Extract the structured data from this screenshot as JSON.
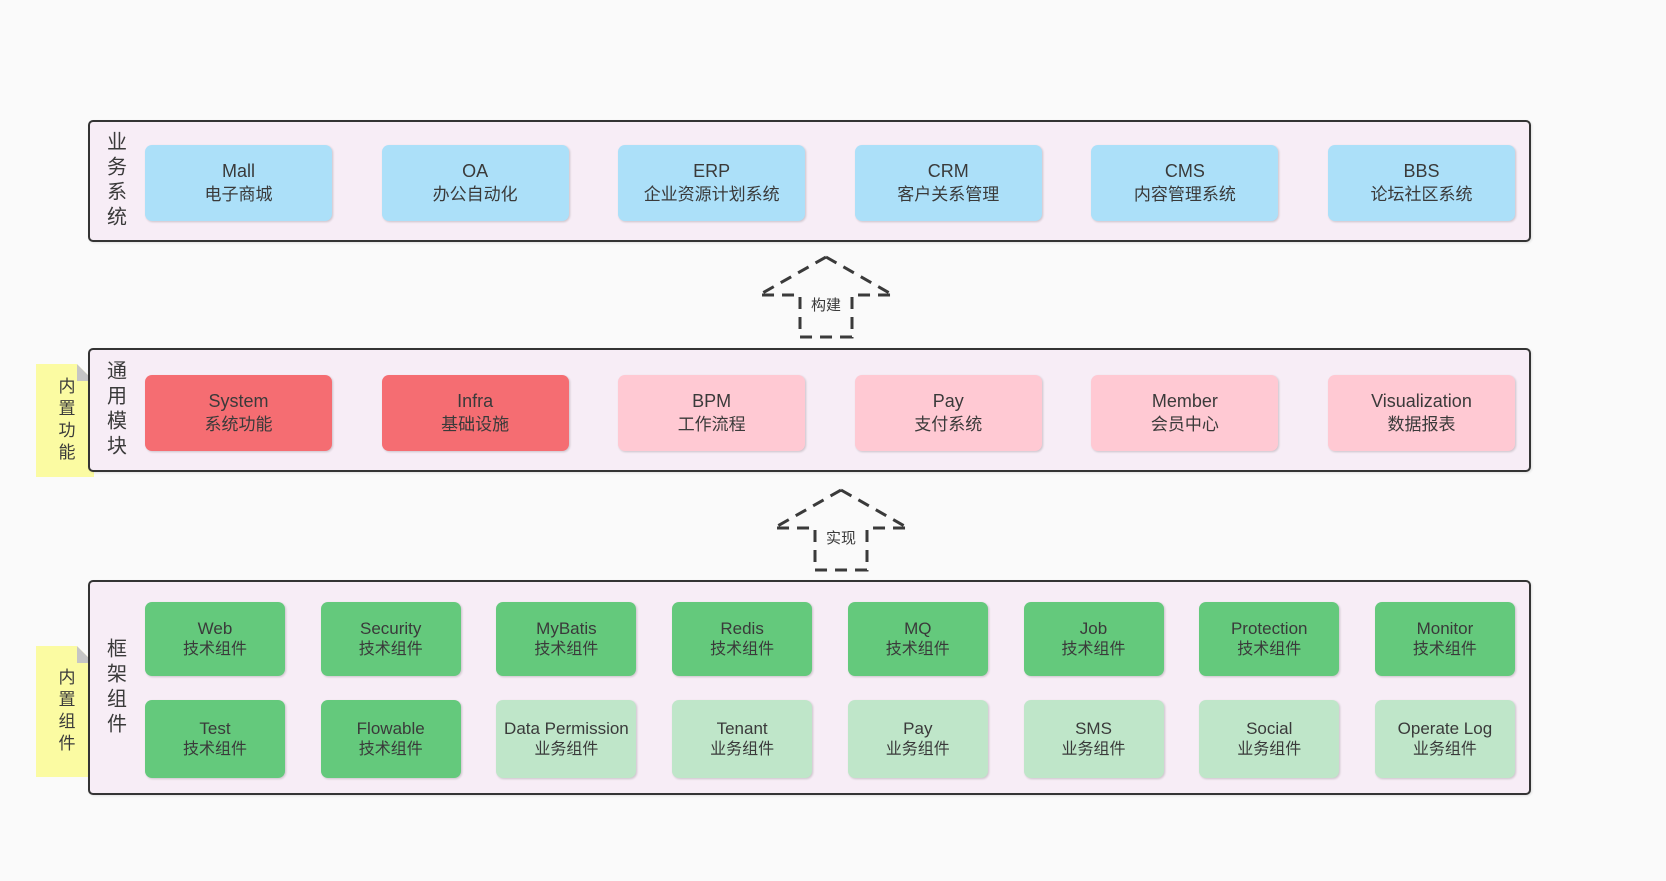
{
  "colors": {
    "page_bg": "#fafafa",
    "container_bg": "#f7edf6",
    "container_border": "#343434",
    "blue": "#ace0f9",
    "red": "#f56d72",
    "pink": "#ffc9d3",
    "green_dark": "#64c97c",
    "green_light": "#bfe6c9",
    "sticky_bg": "#fbfba2",
    "sticky_fold": "#c5c5c5",
    "text": "#3a3a3a"
  },
  "arrows": {
    "build": "构建",
    "implement": "实现"
  },
  "sections": {
    "business": {
      "label": "业务系统",
      "boxes": [
        {
          "title": "Mall",
          "subtitle": "电子商城",
          "variant": "blue"
        },
        {
          "title": "OA",
          "subtitle": "办公自动化",
          "variant": "blue"
        },
        {
          "title": "ERP",
          "subtitle": "企业资源计划系统",
          "variant": "blue"
        },
        {
          "title": "CRM",
          "subtitle": "客户关系管理",
          "variant": "blue"
        },
        {
          "title": "CMS",
          "subtitle": "内容管理系统",
          "variant": "blue"
        },
        {
          "title": "BBS",
          "subtitle": "论坛社区系统",
          "variant": "blue"
        }
      ]
    },
    "modules": {
      "label": "通用模块",
      "sticky": "内置功能",
      "boxes": [
        {
          "title": "System",
          "subtitle": "系统功能",
          "variant": "red"
        },
        {
          "title": "Infra",
          "subtitle": "基础设施",
          "variant": "red"
        },
        {
          "title": "BPM",
          "subtitle": "工作流程",
          "variant": "pink"
        },
        {
          "title": "Pay",
          "subtitle": "支付系统",
          "variant": "pink"
        },
        {
          "title": "Member",
          "subtitle": "会员中心",
          "variant": "pink"
        },
        {
          "title": "Visualization",
          "subtitle": "数据报表",
          "variant": "pink"
        }
      ]
    },
    "framework": {
      "label": "框架组件",
      "sticky": "内置组件",
      "row1": [
        {
          "title": "Web",
          "subtitle": "技术组件",
          "variant": "green-dark"
        },
        {
          "title": "Security",
          "subtitle": "技术组件",
          "variant": "green-dark"
        },
        {
          "title": "MyBatis",
          "subtitle": "技术组件",
          "variant": "green-dark"
        },
        {
          "title": "Redis",
          "subtitle": "技术组件",
          "variant": "green-dark"
        },
        {
          "title": "MQ",
          "subtitle": "技术组件",
          "variant": "green-dark"
        },
        {
          "title": "Job",
          "subtitle": "技术组件",
          "variant": "green-dark"
        },
        {
          "title": "Protection",
          "subtitle": "技术组件",
          "variant": "green-dark"
        },
        {
          "title": "Monitor",
          "subtitle": "技术组件",
          "variant": "green-dark"
        }
      ],
      "row2": [
        {
          "title": "Test",
          "subtitle": "技术组件",
          "variant": "green-dark"
        },
        {
          "title": "Flowable",
          "subtitle": "技术组件",
          "variant": "green-dark"
        },
        {
          "title": "Data Permission",
          "subtitle": "业务组件",
          "variant": "green-light"
        },
        {
          "title": "Tenant",
          "subtitle": "业务组件",
          "variant": "green-light"
        },
        {
          "title": "Pay",
          "subtitle": "业务组件",
          "variant": "green-light"
        },
        {
          "title": "SMS",
          "subtitle": "业务组件",
          "variant": "green-light"
        },
        {
          "title": "Social",
          "subtitle": "业务组件",
          "variant": "green-light"
        },
        {
          "title": "Operate Log",
          "subtitle": "业务组件",
          "variant": "green-light"
        }
      ]
    }
  }
}
